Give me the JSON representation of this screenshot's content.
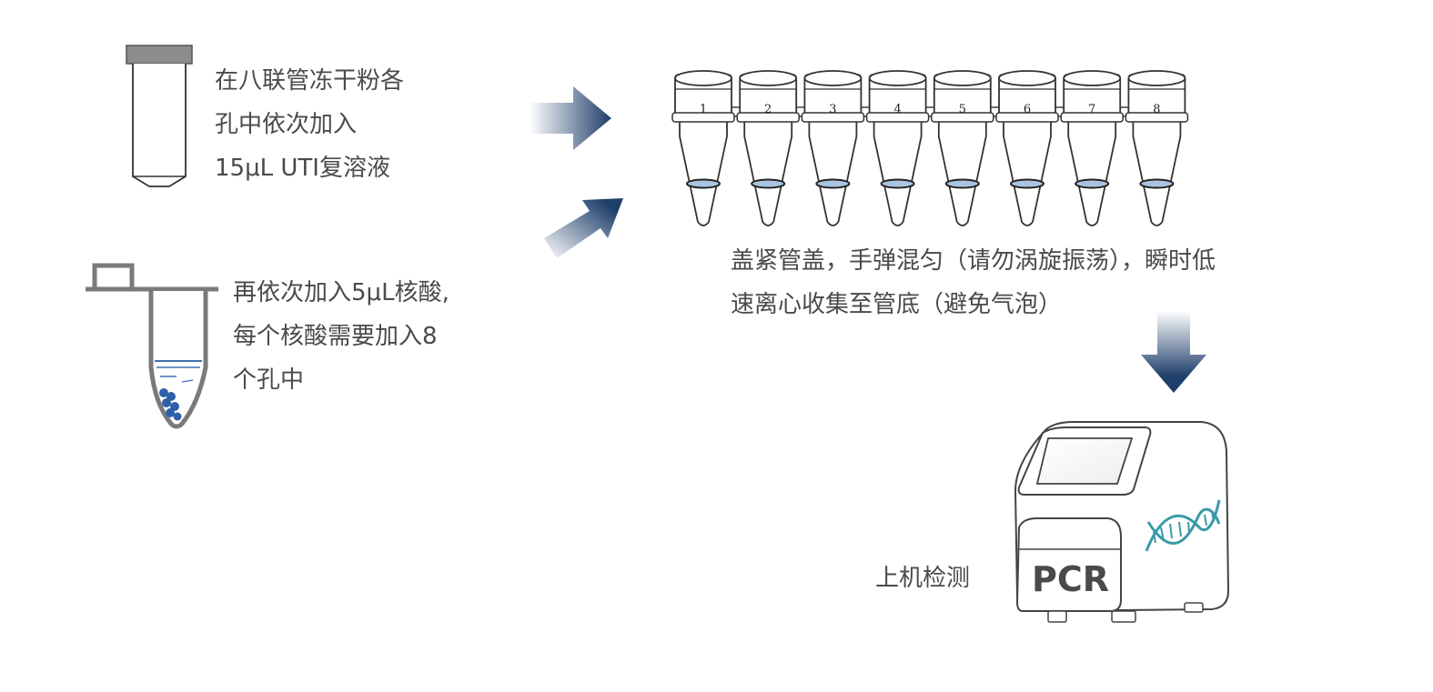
{
  "steps": {
    "step1": {
      "lines": [
        "在八联管冻干粉各",
        "孔中依次加入",
        "15μL UTI复溶液"
      ]
    },
    "step2": {
      "lines": [
        "再依次加入5μL核酸,",
        "每个核酸需要加入8",
        "个孔中"
      ]
    },
    "step3": {
      "lines": [
        "盖紧管盖，手弹混匀（请勿涡旋振荡），瞬时低",
        "速离心收集至管底（避免气泡）"
      ]
    },
    "step4": {
      "label": "上机检测"
    }
  },
  "tube_strip": {
    "numbers": [
      "1",
      "2",
      "3",
      "4",
      "5",
      "6",
      "7",
      "8"
    ]
  },
  "pcr_machine": {
    "label": "PCR"
  },
  "colors": {
    "arrow": "#1f3f6b",
    "text": "#4a4a4a",
    "liquid": "#aac4e0",
    "dna": "#3a9aa8",
    "beads": "#2f5fa8"
  },
  "icons": [
    "vial-icon",
    "eppendorf-tube-icon",
    "eight-tube-strip-icon",
    "pcr-machine-icon",
    "dna-helix-icon",
    "arrow-icon"
  ]
}
